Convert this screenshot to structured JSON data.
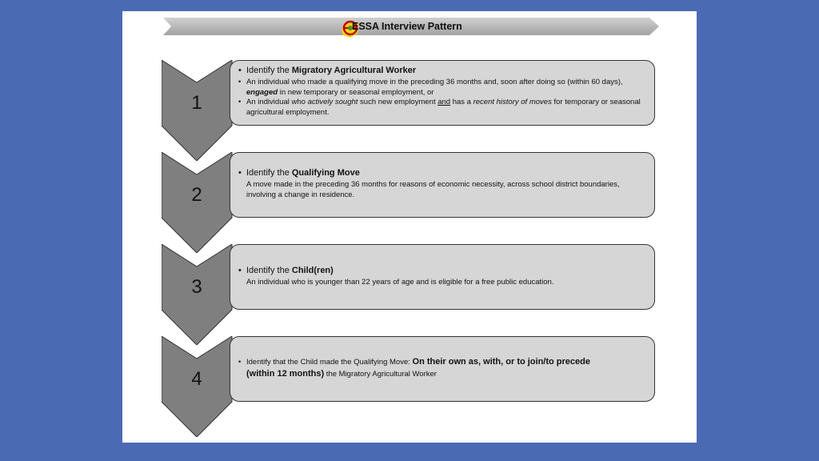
{
  "header": {
    "title": "ESSA Interview Pattern"
  },
  "steps": [
    {
      "number": "1",
      "heading_prefix": "Identify the ",
      "heading_bold": "Migratory Agricultural Worker",
      "bullet1": {
        "t1": "An individual who made a qualifying move in the preceding 36 months and, soon after doing so (within 60 days), ",
        "em": "engaged",
        "t2": " in new temporary or seasonal employment, or"
      },
      "bullet2": {
        "t1": "An individual who ",
        "em1": "actively sought",
        "t2": " such new employment ",
        "u": "and",
        "t3": " has a ",
        "em2": "recent history of moves",
        "t4": " for temporary or seasonal agricultural employment."
      }
    },
    {
      "number": "2",
      "heading_prefix": "Identify the ",
      "heading_bold": "Qualifying Move",
      "bullet1": "A move made in the preceding 36 months for reasons of economic necessity, across school district boundaries, involving a change in residence."
    },
    {
      "number": "3",
      "heading_prefix": "Identify the ",
      "heading_bold": "Child(ren)",
      "bullet1": "An individual who is younger than 22 years of age and is eligible for a free public education."
    },
    {
      "number": "4",
      "t1": "Identify that the Child made the Qualifying Move: ",
      "bold1": "On their own as, with, or to join/to precede",
      "bold2": "(within 12 months)",
      "t2": " the Migratory Agricultural Worker"
    }
  ],
  "colors": {
    "background": "#4a6bb3",
    "chevron": "#7f7f7f",
    "box": "#d6d6d6",
    "banner": "#b3b3b3",
    "logo_ring": "#c00000",
    "logo_fill": "#f2d21b"
  },
  "icons": {
    "logo": "state-seal-logo"
  }
}
